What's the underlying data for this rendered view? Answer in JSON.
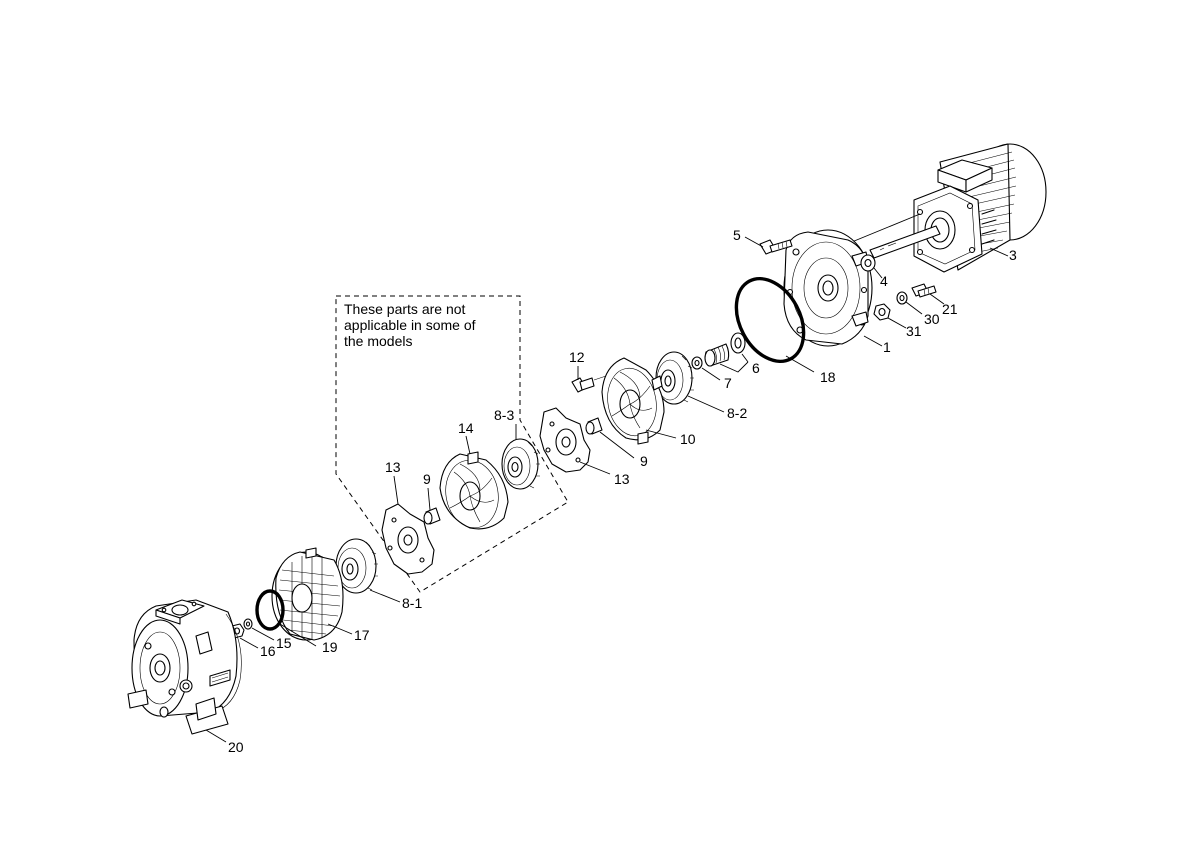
{
  "note": {
    "lines": [
      "These parts are not",
      "applicable in some of",
      "the models"
    ]
  },
  "callouts": {
    "c1": "1",
    "c3": "3",
    "c4": "4",
    "c5": "5",
    "c6": "6",
    "c7": "7",
    "c8_1": "8-1",
    "c8_2": "8-2",
    "c8_3": "8-3",
    "c9a": "9",
    "c9b": "9",
    "c10": "10",
    "c12": "12",
    "c13a": "13",
    "c13b": "13",
    "c14": "14",
    "c15": "15",
    "c16": "16",
    "c17": "17",
    "c18": "18",
    "c19": "19",
    "c20": "20",
    "c21": "21",
    "c30": "30",
    "c31": "31"
  },
  "parts": [
    {
      "id": "1",
      "icon": "bracket-flange-icon"
    },
    {
      "id": "3",
      "icon": "motor-icon"
    },
    {
      "id": "4",
      "icon": "washer-icon"
    },
    {
      "id": "5",
      "icon": "bolt-icon"
    },
    {
      "id": "6",
      "icon": "mechanical-seal-icon"
    },
    {
      "id": "7",
      "icon": "washer-icon"
    },
    {
      "id": "8-1",
      "icon": "impeller-icon"
    },
    {
      "id": "8-2",
      "icon": "impeller-icon"
    },
    {
      "id": "8-3",
      "icon": "impeller-icon"
    },
    {
      "id": "9",
      "icon": "sleeve-icon"
    },
    {
      "id": "10",
      "icon": "diffuser-icon"
    },
    {
      "id": "12",
      "icon": "plug-icon"
    },
    {
      "id": "13",
      "icon": "guide-plate-icon"
    },
    {
      "id": "14",
      "icon": "diffuser-icon"
    },
    {
      "id": "15",
      "icon": "washer-icon"
    },
    {
      "id": "16",
      "icon": "nut-icon"
    },
    {
      "id": "17",
      "icon": "diffuser-icon"
    },
    {
      "id": "18",
      "icon": "o-ring-icon"
    },
    {
      "id": "19",
      "icon": "o-ring-icon"
    },
    {
      "id": "20",
      "icon": "pump-casing-icon"
    },
    {
      "id": "21",
      "icon": "drain-plug-icon"
    },
    {
      "id": "30",
      "icon": "washer-icon"
    },
    {
      "id": "31",
      "icon": "nut-icon"
    }
  ]
}
